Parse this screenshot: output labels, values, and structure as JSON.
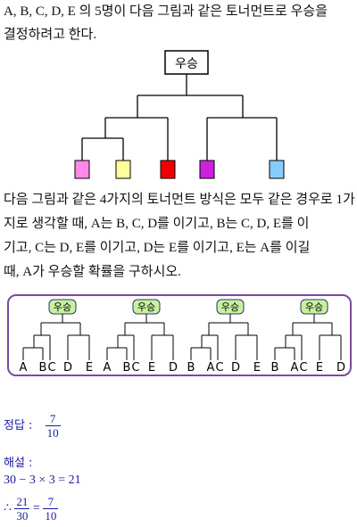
{
  "problem": {
    "line1": "A, B, C, D, E 의 5명이 다음 그림과 같은 토너먼트로 우승을",
    "line2": "결정하려고 한다.",
    "line3": "다음 그림과 같은 4가지의 토너먼트 방식은 모두 같은 경우로 1가",
    "line4": "지로 생각할 때, A는 B, C, D를 이기고, B는 C, D, E를 이",
    "line5": "기고, C는 D, E를 이기고, D는 E를 이기고, E는 A를 이길",
    "line6": "때, A가 우승할 확률을 구하시오."
  },
  "main_bracket": {
    "champion_label": "우승",
    "slot_colors": [
      "#ff88e8",
      "#ffff99",
      "#ee0000",
      "#cc22dd",
      "#88ccff"
    ]
  },
  "examples": [
    {
      "champion_label": "우승",
      "leaves": [
        "A",
        "B",
        "C",
        "D",
        "E"
      ]
    },
    {
      "champion_label": "우승",
      "leaves": [
        "A",
        "B",
        "C",
        "E",
        "D"
      ]
    },
    {
      "champion_label": "우승",
      "leaves": [
        "B",
        "A",
        "C",
        "D",
        "E"
      ]
    },
    {
      "champion_label": "우승",
      "leaves": [
        "B",
        "A",
        "C",
        "E",
        "D"
      ]
    }
  ],
  "answer": {
    "label": "정답 :",
    "numerator": "7",
    "denominator": "10"
  },
  "solution": {
    "label": "해설 :",
    "expr": "30 − 3 × 3 = 21",
    "therefore": "∴",
    "frac1_num": "21",
    "frac1_den": "30",
    "equals": "=",
    "frac2_num": "7",
    "frac2_den": "10"
  },
  "colors": {
    "example_border": "#7a4aa0",
    "champion_fill": "#c8f0a0",
    "math_text": "#1a1aa6"
  }
}
